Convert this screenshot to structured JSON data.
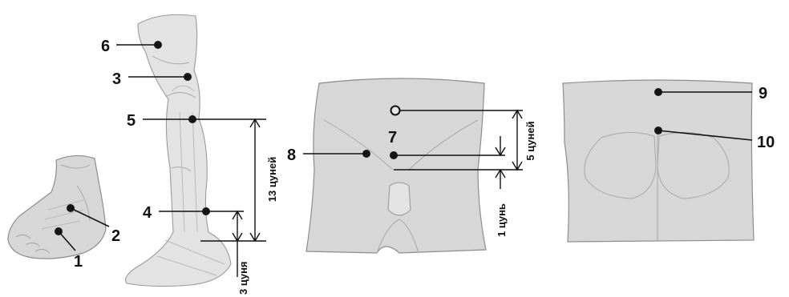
{
  "point_labels": {
    "p1": "1",
    "p2": "2",
    "p3": "3",
    "p4": "4",
    "p5": "5",
    "p6": "6",
    "p7": "7",
    "p8": "8",
    "p9": "9",
    "p10": "10"
  },
  "measurements": {
    "leg_long": "13 цуней",
    "leg_short": "3 цуня",
    "pelvis_long": "5 цуней",
    "pelvis_short": "1 цунь"
  },
  "colors": {
    "skin": "#d7d7d7",
    "ink": "#111111"
  }
}
